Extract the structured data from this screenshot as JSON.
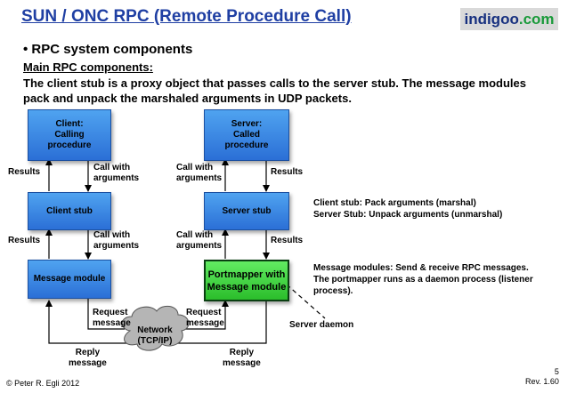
{
  "header": {
    "title": "SUN / ONC RPC (Remote Procedure Call)",
    "logo_main": "indigoo",
    "logo_suffix": ".com"
  },
  "content": {
    "bullet": "• RPC system components",
    "subheading": "Main RPC components:",
    "description": "The client stub is a proxy object that passes calls to the server stub. The message modules pack and unpack the marshaled arguments in UDP packets."
  },
  "diagram": {
    "client_procedure": "Client:\nCalling\nprocedure",
    "server_procedure": "Server:\nCalled\nprocedure",
    "client_stub": "Client stub",
    "server_stub": "Server stub",
    "message_module": "Message module",
    "portmapper": "Portmapper with\nMessage module",
    "network": "Network\n(TCP/IP)",
    "labels": {
      "results_left_top": "Results",
      "call_left_top": "Call with\narguments",
      "call_right_top": "Call with\narguments",
      "results_right_top": "Results",
      "results_left_mid": "Results",
      "call_left_mid": "Call with\narguments",
      "call_right_mid": "Call with\narguments",
      "results_right_mid": "Results",
      "request_left": "Request\nmessage",
      "request_right": "Request\nmessage",
      "reply_left": "Reply\nmessage",
      "reply_right": "Reply\nmessage",
      "server_daemon": "Server daemon"
    },
    "notes": {
      "stub": "Client stub: Pack arguments (marshal)\nServer Stub: Unpack arguments (unmarshal)",
      "modules": "Message modules: Send & receive RPC messages.\nThe portmapper runs as a daemon process (listener\nprocess)."
    },
    "colors": {
      "box_blue": "#2b6fd6",
      "portmapper_green": "#2bbd2b",
      "title_blue": "#1f3fa3",
      "cloud_gray": "#b5b5b5"
    }
  },
  "footer": {
    "copyright": "© Peter R. Egli 2012",
    "page": "5",
    "revision": "Rev. 1.60"
  }
}
